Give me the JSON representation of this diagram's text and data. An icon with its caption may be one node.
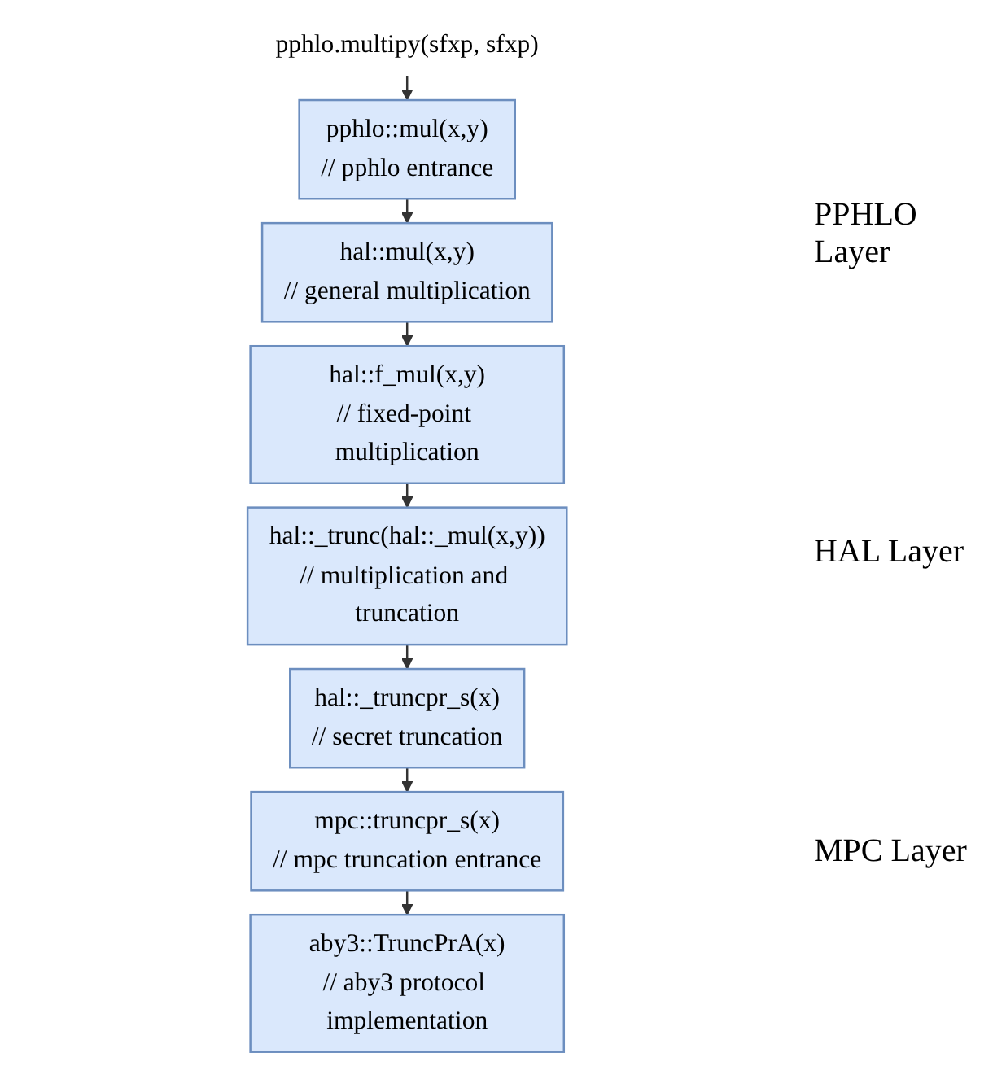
{
  "diagram": {
    "nodes": [
      {
        "text": [
          "pphlo.multipy(sfxp, sfxp)"
        ]
      },
      {
        "text": [
          "pphlo::mul(x,y)",
          "// pphlo entrance"
        ]
      },
      {
        "text": [
          "hal::mul(x,y)",
          "// general multiplication"
        ]
      },
      {
        "text": [
          "hal::f_mul(x,y)",
          "// fixed-point multiplication"
        ]
      },
      {
        "text": [
          "hal::_trunc(hal::_mul(x,y))",
          "// multiplication and truncation"
        ]
      },
      {
        "text": [
          "hal::_truncpr_s(x)",
          "// secret truncation"
        ]
      },
      {
        "text": [
          "mpc::truncpr_s(x)",
          "// mpc truncation entrance"
        ]
      },
      {
        "text": [
          "aby3::TruncPrA(x)",
          "// aby3 protocol implementation"
        ]
      }
    ],
    "edges": [
      {
        "from": 0,
        "to": 1,
        "arrow": "to"
      },
      {
        "from": 1,
        "to": 2,
        "arrow": "to"
      },
      {
        "from": 2,
        "to": 3,
        "arrow": "to"
      },
      {
        "from": 3,
        "to": 4,
        "arrow": "to"
      },
      {
        "from": 4,
        "to": 5,
        "arrow": "to"
      },
      {
        "from": 5,
        "to": 6,
        "arrow": "to"
      },
      {
        "from": 6,
        "to": 7,
        "arrow": "to"
      }
    ],
    "labels": [
      "PPHLO Layer",
      "HAL Layer",
      "MPC Layer"
    ]
  }
}
